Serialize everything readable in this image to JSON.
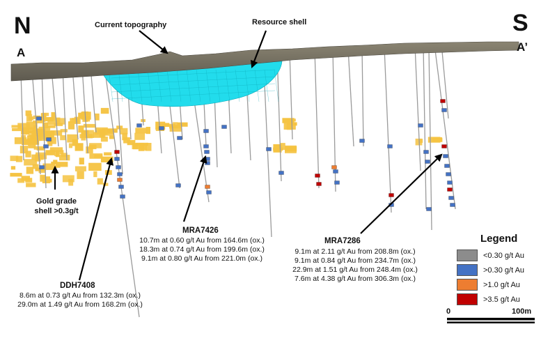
{
  "section": {
    "left_compass": "N",
    "right_compass": "S",
    "left_end": "A",
    "right_end": "A’"
  },
  "callouts": {
    "topography": "Current topography",
    "resource_shell": "Resource shell",
    "grade_shell_line1": "Gold grade",
    "grade_shell_line2": "shell >0.3g/t"
  },
  "holes": [
    {
      "id": "DDH7408",
      "intercepts": [
        "8.6m at 0.73 g/t Au  from 132.3m (ox.)",
        "29.0m at 1.49 g/t Au  from 168.2m (ox.)"
      ]
    },
    {
      "id": "MRA7426",
      "intercepts": [
        "10.7m at 0.60 g/t Au from 164.6m (ox.)",
        "18.3m at 0.74 g/t Au from 199.6m (ox.)",
        "9.1m at 0.80 g/t Au from 221.0m (ox.)"
      ]
    },
    {
      "id": "MRA7286",
      "intercepts": [
        "9.1m at 2.11 g/t Au from 208.8m (ox.)",
        "9.1m at 0.84 g/t Au from 234.7m (ox.)",
        "22.9m at 1.51 g/t Au from 248.4m (ox.)",
        "7.6m at 4.38 g/t Au from 306.3m (ox.)"
      ]
    }
  ],
  "legend": {
    "title": "Legend",
    "items": [
      {
        "label": "<0.30 g/t Au",
        "color": "#8c8c8c"
      },
      {
        "label": ">0.30 g/t Au",
        "color": "#4472c4"
      },
      {
        "label": ">1.0 g/t Au",
        "color": "#ed7d31"
      },
      {
        "label": ">3.5 g/t Au",
        "color": "#c00000"
      }
    ]
  },
  "scale_bar": {
    "start_label": "0",
    "end_label": "100m"
  },
  "colors": {
    "topography": "#6f6a5d",
    "resource_shell": "#22dcec",
    "grade_shell": "#f5c342",
    "drillhole": "#9a9a9a"
  }
}
